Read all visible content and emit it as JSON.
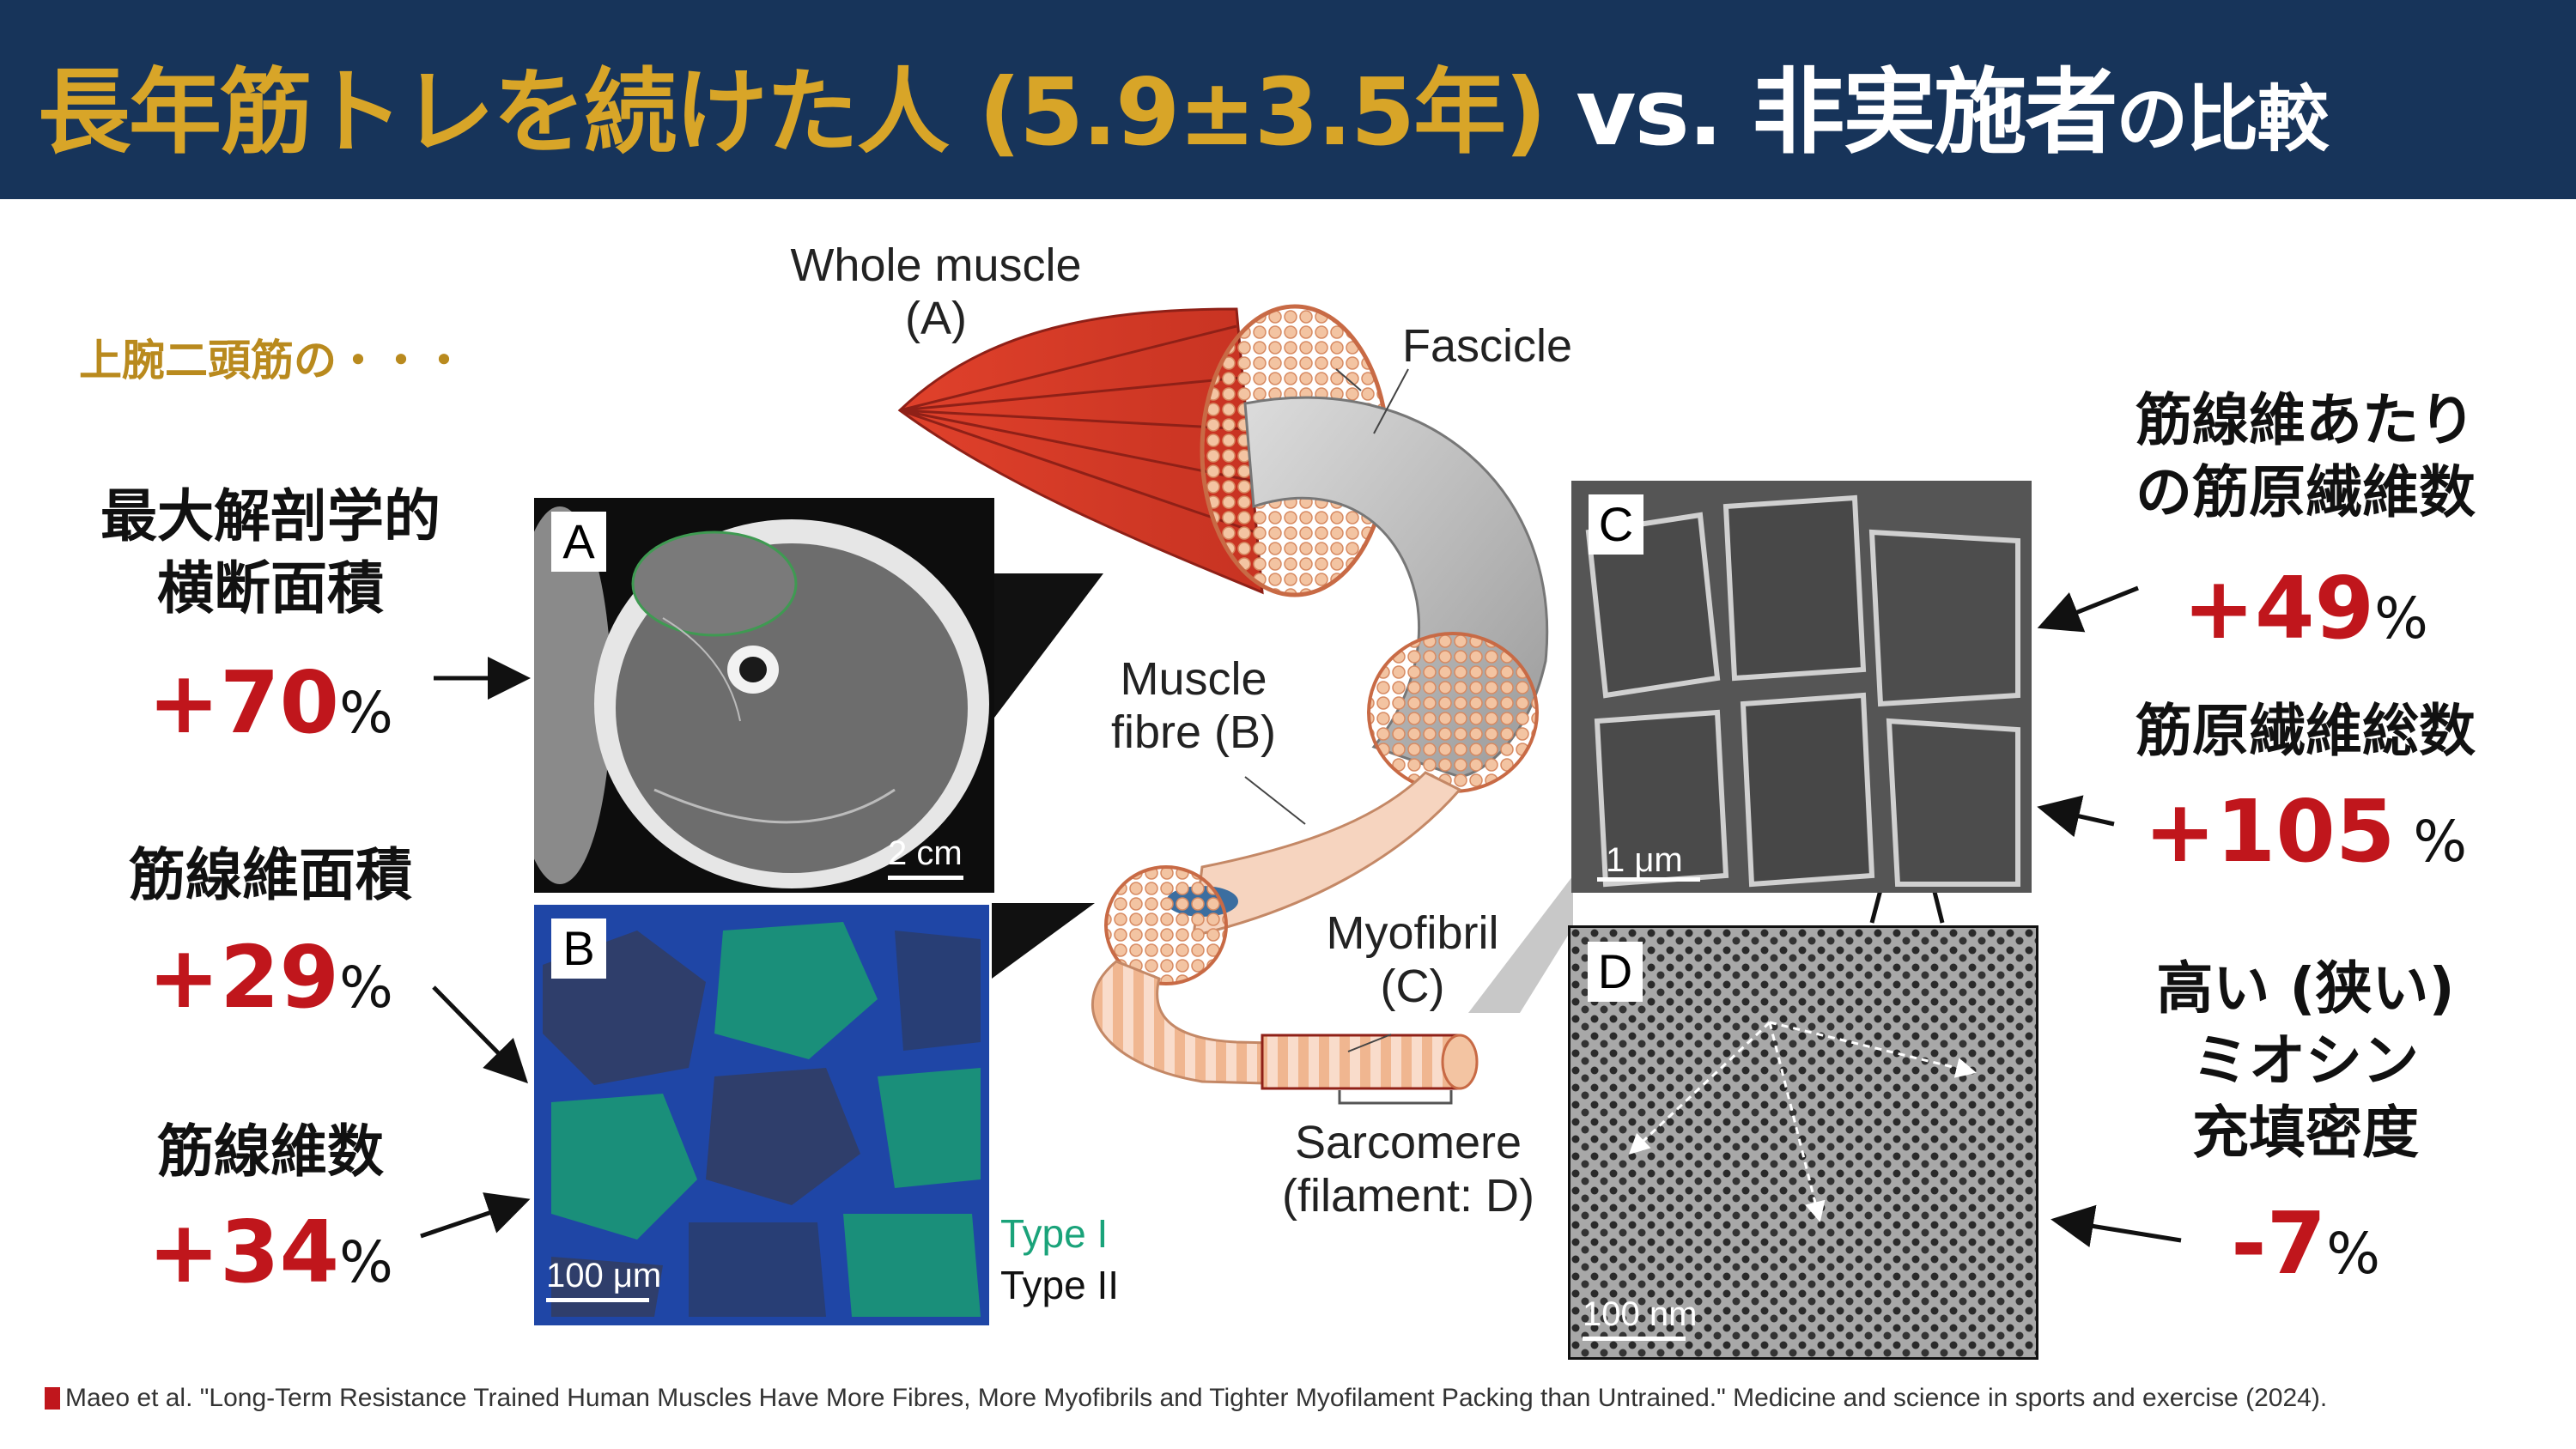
{
  "header": {
    "title_part1": "長年筋トレを続けた人 (5.9",
    "title_pm": "±",
    "title_part2": "3.5年)",
    "title_vs": " vs. 非実施者",
    "title_suffix": "の比較",
    "colors": {
      "background": "#17345a",
      "gold": "#d8a528",
      "white": "#ffffff"
    }
  },
  "subtitle": "上腕二頭筋の・・・",
  "left_stats": [
    {
      "label_lines": [
        "最大解剖学的",
        "横断面積"
      ],
      "value": "+70",
      "unit": "%"
    },
    {
      "label_lines": [
        "筋線維面積"
      ],
      "value": "+29",
      "unit": "%"
    },
    {
      "label_lines": [
        "筋線維数"
      ],
      "value": "+34",
      "unit": "%"
    }
  ],
  "right_stats": [
    {
      "label_lines": [
        "筋線維あたり",
        "の筋原繊維数"
      ],
      "value": "+49",
      "unit": "%"
    },
    {
      "label_lines": [
        "筋原繊維総数"
      ],
      "value": "+105",
      "unit": " %"
    },
    {
      "label_lines": [
        "高い (狭い)",
        "ミオシン",
        "充填密度"
      ],
      "value": "-7",
      "unit": "%"
    }
  ],
  "panels": {
    "A": {
      "label": "A",
      "scale": "2 cm"
    },
    "B": {
      "label": "B",
      "scale": "100 μm",
      "legend_type1": "Type I",
      "legend_type2": "Type II"
    },
    "C": {
      "label": "C",
      "scale": "1 μm"
    },
    "D": {
      "label": "D",
      "scale": "100 nm"
    }
  },
  "diagram": {
    "whole_muscle": [
      "Whole muscle",
      "(A)"
    ],
    "fascicle": "Fascicle",
    "muscle_fibre": [
      "Muscle",
      "fibre (B)"
    ],
    "myofibril": [
      "Myofibril",
      "(C)"
    ],
    "sarcomere": [
      "Sarcomere",
      "(filament: D)"
    ]
  },
  "citation": "Maeo et al. \"Long-Term Resistance Trained Human Muscles Have More Fibres, More Myofibrils and Tighter Myofilament Packing than Untrained.\" Medicine and science in sports and exercise (2024).",
  "colors": {
    "accent_red": "#c0161c",
    "type1_green": "#1aa37a"
  }
}
